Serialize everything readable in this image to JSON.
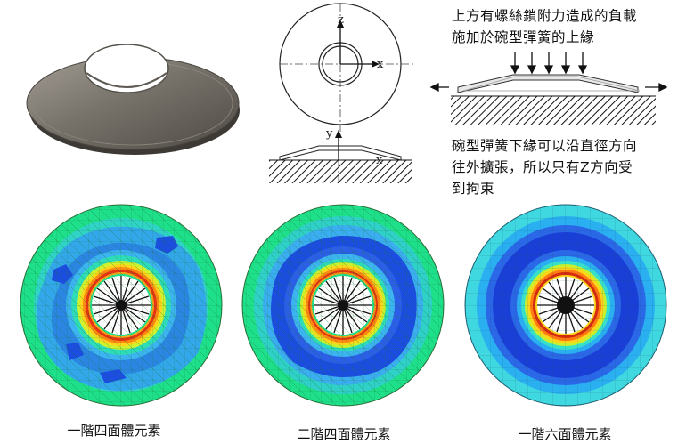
{
  "notes": {
    "load_line1": "上方有螺絲鎖附力造成的負載",
    "load_line2": "施加於碗型彈簧的上緣",
    "constraint_line1": "碗型彈簧下緣可以沿直徑方向",
    "constraint_line2": "往外擴張，所以只有Z方向受",
    "constraint_line3": "到拘束"
  },
  "axes": {
    "z": "z",
    "x": "x",
    "y": "y"
  },
  "captions": {
    "mesh1": "一階四面體元素",
    "mesh2": "二階四面體元素",
    "mesh3": "一階六面體元素"
  },
  "colors": {
    "spring_body": "#6f6a63",
    "fem_edge": "#00e676",
    "fem_light": "#2fa8e6",
    "fem_dark": "#1a3fd6",
    "hot_orange": "#ff7a10",
    "hot_red": "#d42a10"
  }
}
